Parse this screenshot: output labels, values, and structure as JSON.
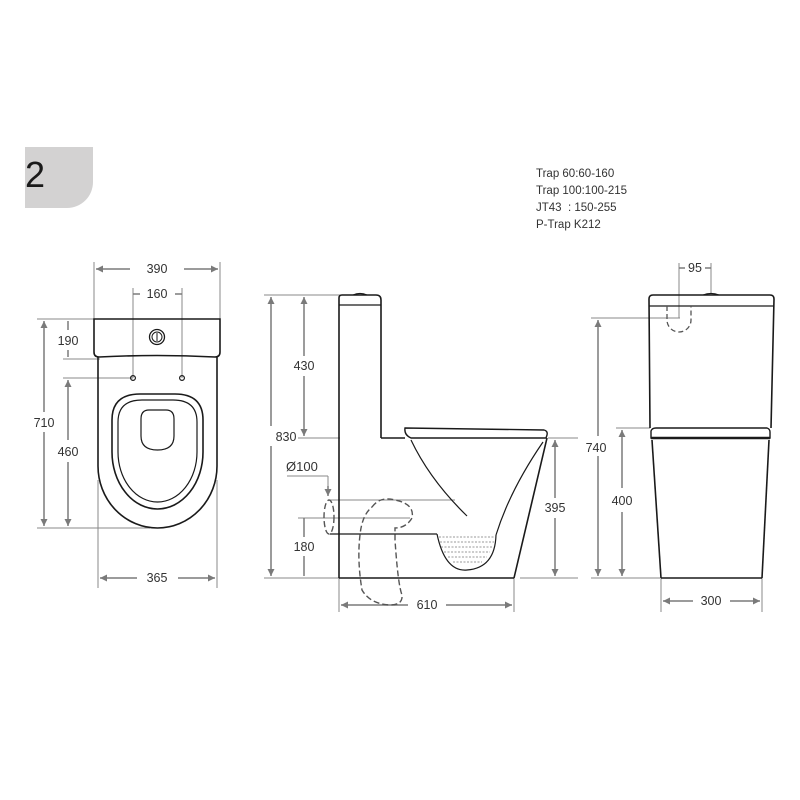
{
  "badge": {
    "label": "2"
  },
  "trap_notes": [
    "Trap 60:60-160",
    "Trap 100:100-215",
    "JT43  : 150-255",
    "P-Trap K212"
  ],
  "top_view": {
    "overall_width": "390",
    "fixing_hole_spacing": "160",
    "cistern_depth": "190",
    "overall_depth": "710",
    "hole_to_front": "460",
    "pan_width": "365"
  },
  "side_view": {
    "overall_height": "830",
    "cistern_height": "430",
    "outlet_diameter": "Ø100",
    "outlet_height": "180",
    "pan_height": "395",
    "overall_length": "610"
  },
  "front_view": {
    "inlet_offset": "95",
    "inlet_height": "740",
    "seat_height": "400",
    "base_width": "300"
  },
  "colors": {
    "line": "#1a1a1a",
    "dim_line": "#888888",
    "arrow": "#7a7a7a",
    "badge": "#d3d2d2"
  }
}
